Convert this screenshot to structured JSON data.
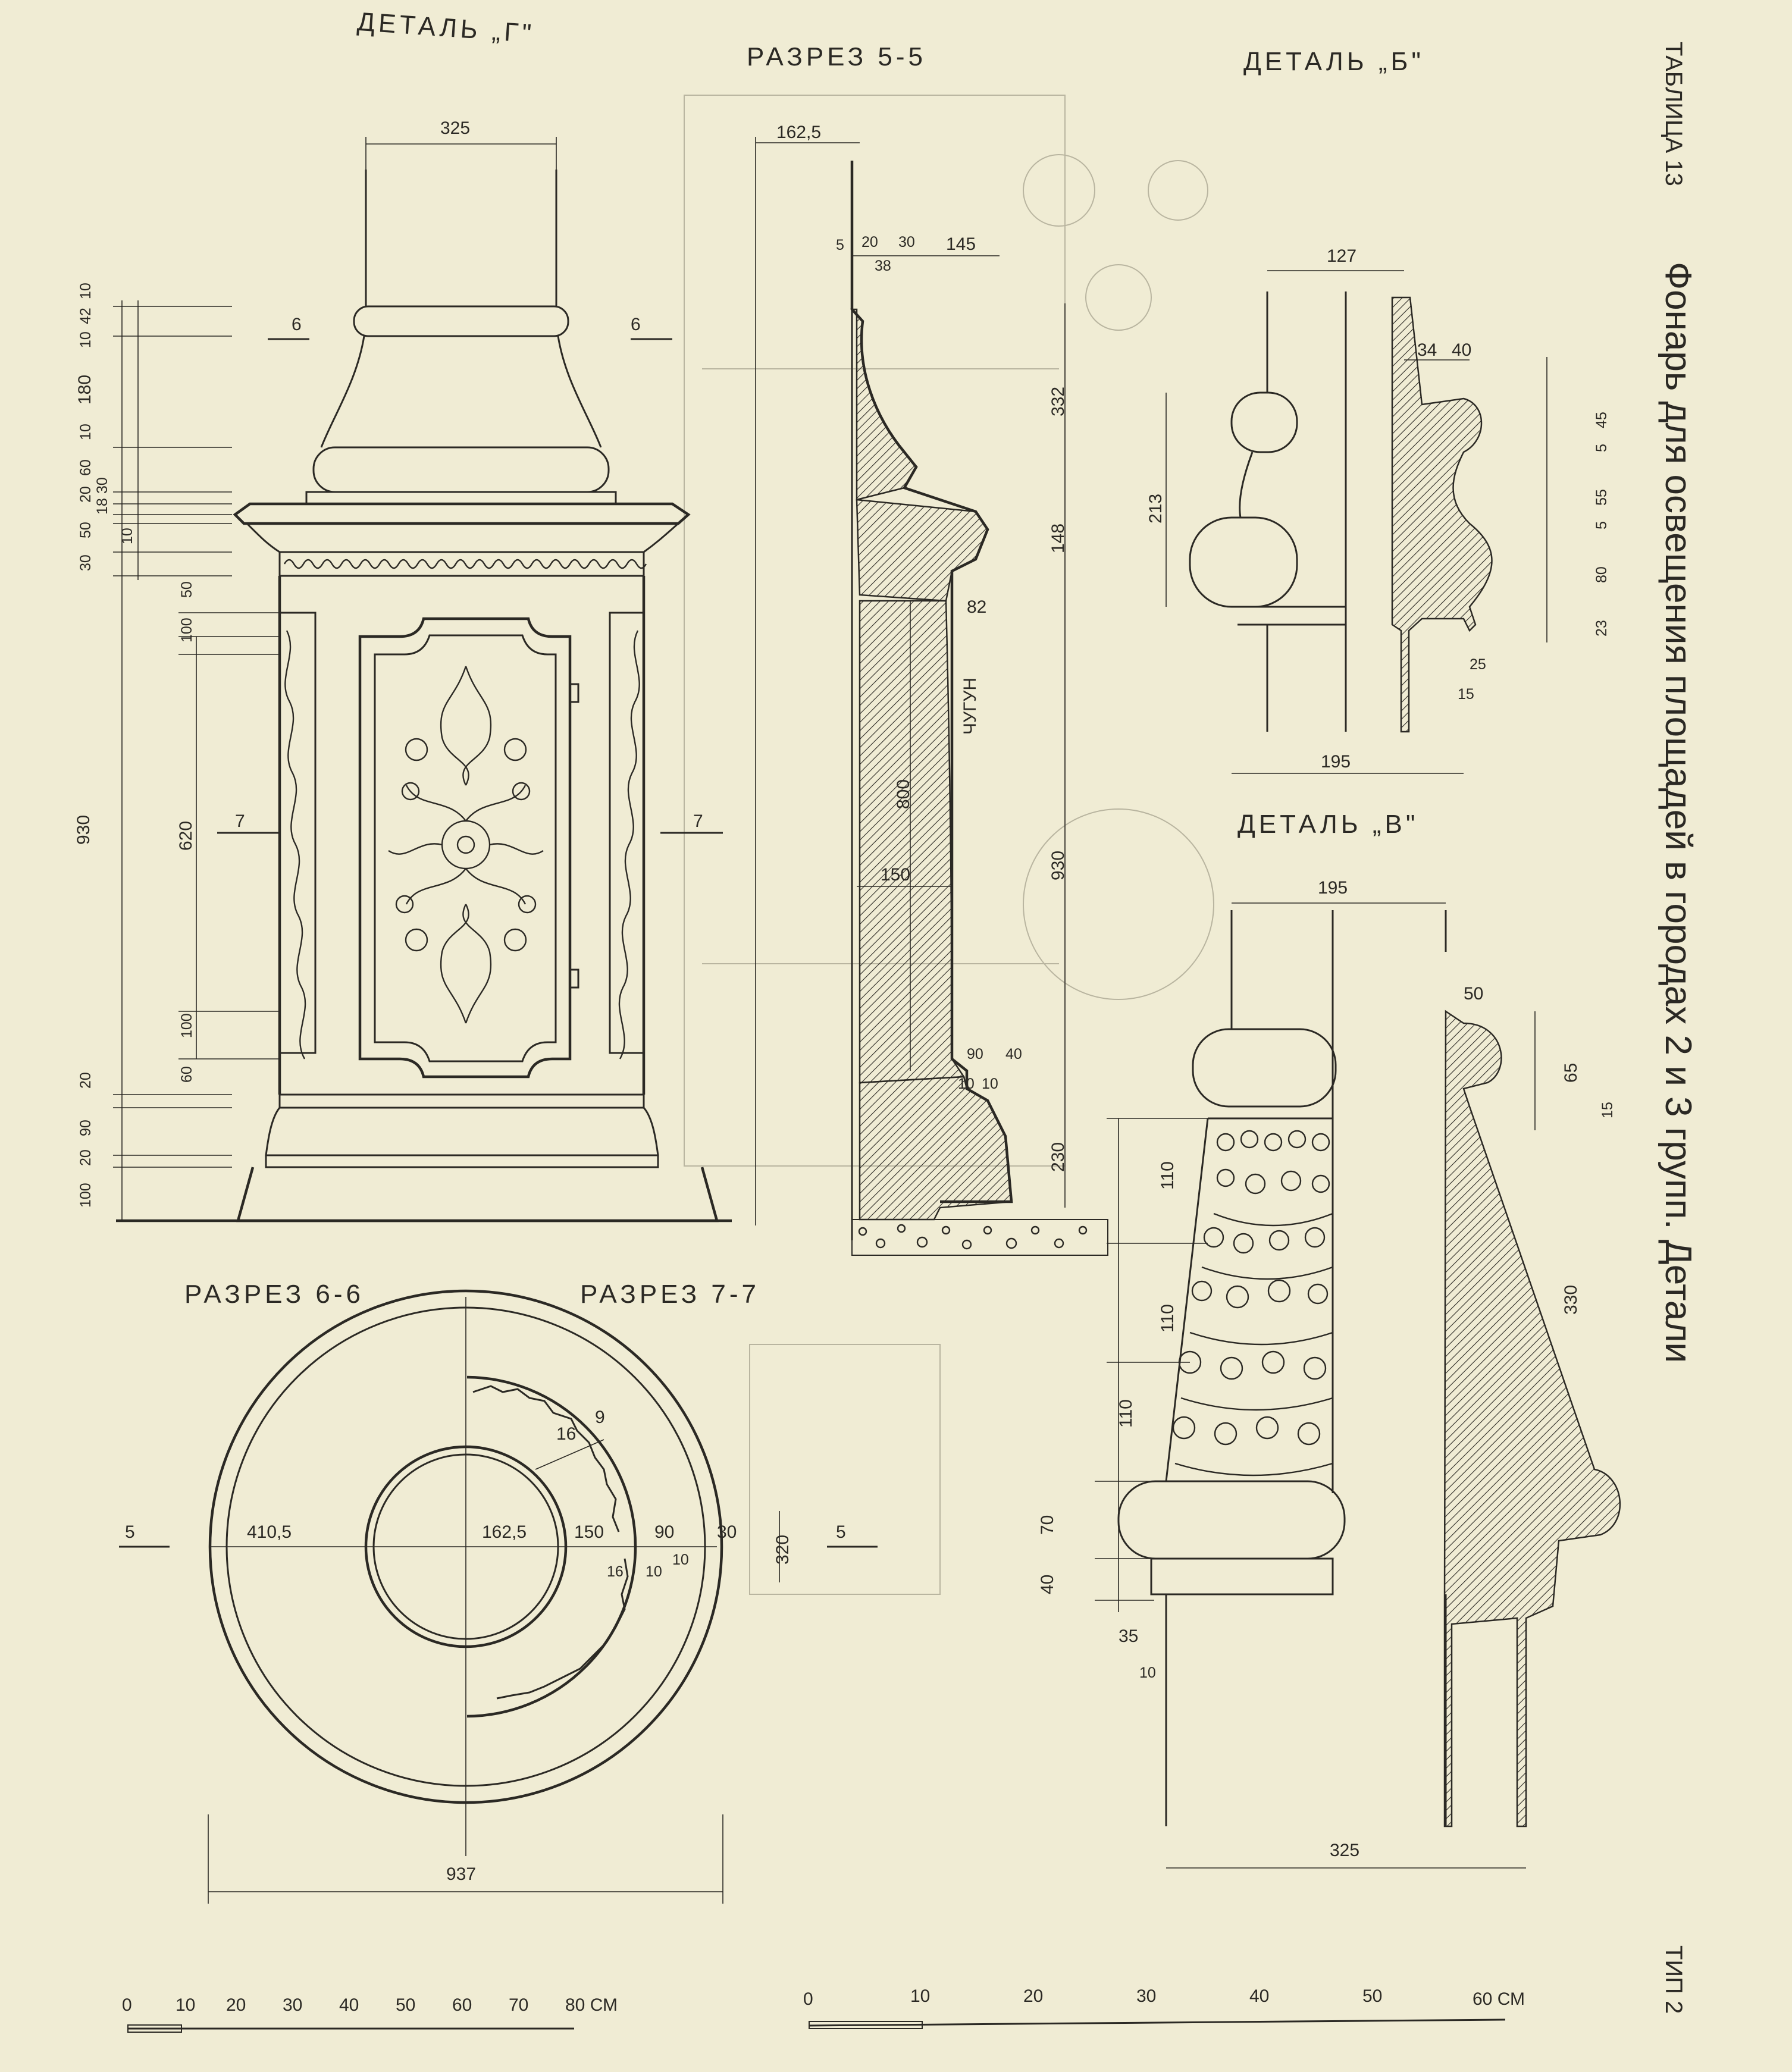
{
  "sheet": {
    "table_label": "ТАБЛИЦА 13",
    "title": "Фонарь для освещения площадей в городах 2 и 3 групп. Детали",
    "type_label": "ТИП 2"
  },
  "detail_g": {
    "title": "ДЕТАЛЬ „Г\"",
    "dims": {
      "top_width": "325",
      "section_mark_6": "6",
      "section_mark_7": "7",
      "left_stack": [
        "10",
        "42",
        "10",
        "180",
        "10",
        "60",
        "20",
        "18",
        "30",
        "50",
        "30",
        "10"
      ],
      "left_body": "930",
      "panel_height": "620",
      "panel_top_50": "50",
      "panel_top_100": "100",
      "panel_bot_100": "100",
      "panel_bot_60": "60",
      "base_stack": [
        "20",
        "90",
        "20",
        "100"
      ]
    }
  },
  "section_55": {
    "title": "РАЗРЕЗ 5-5",
    "dims": {
      "top": "162,5",
      "row": [
        "5",
        "20",
        "30",
        "145"
      ],
      "sub": "38",
      "h332": "332",
      "h148": "148",
      "v82": "82",
      "h800": "800",
      "w150": "150",
      "h930": "930",
      "bottom_row": [
        "90",
        "40"
      ],
      "bottom_sub": [
        "10",
        "10"
      ],
      "h230": "230"
    },
    "material": "ЧУГУН"
  },
  "detail_b": {
    "title": "ДЕТАЛЬ „Б\"",
    "dims": {
      "top": "127",
      "right_top": [
        "34",
        "40"
      ],
      "height": "213",
      "right_stack": [
        "45",
        "5",
        "55",
        "5",
        "80",
        "23"
      ],
      "r25": "25",
      "r15": "15",
      "bottom": "195"
    }
  },
  "detail_v": {
    "title": "ДЕТАЛЬ „В\"",
    "dims": {
      "top": "195",
      "r50": "50",
      "r65": "65",
      "r15": "15",
      "r330": "330",
      "left_stack": [
        "110",
        "110",
        "110",
        "70",
        "40"
      ],
      "l35": "35",
      "l10": "10",
      "bottom": "325"
    }
  },
  "plan": {
    "title_66": "РАЗРЕЗ 6-6",
    "title_77": "РАЗРЕЗ 7-7",
    "dims": {
      "r_outer": "410,5",
      "r_inner": "162,5",
      "w150": "150",
      "w90": "90",
      "w30": "30",
      "small_16": "16",
      "small_10a": "10",
      "small_10b": "10",
      "arc_label": "16",
      "arc_label2": "9",
      "h320": "320",
      "diameter": "937",
      "section_5": "5"
    }
  },
  "scale_left": {
    "ticks": [
      "0",
      "10",
      "20",
      "30",
      "40",
      "50",
      "60",
      "70",
      "80 СМ"
    ]
  },
  "scale_right": {
    "ticks": [
      "0",
      "10",
      "20",
      "30",
      "40",
      "50",
      "60 СМ"
    ]
  }
}
